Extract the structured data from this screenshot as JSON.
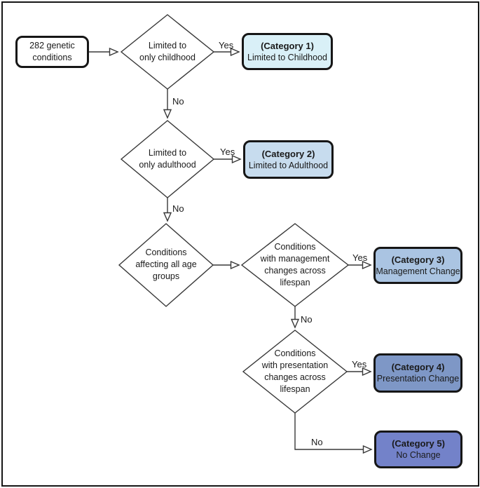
{
  "flowchart": {
    "start_node": {
      "lines": [
        "282 genetic",
        "conditions"
      ]
    },
    "decisions": {
      "d1": {
        "lines": [
          "Limited to",
          "only childhood"
        ]
      },
      "d2": {
        "lines": [
          "Limited to",
          "only adulthood"
        ]
      },
      "d3": {
        "lines": [
          "Conditions",
          "affecting all age",
          "groups"
        ]
      },
      "d4": {
        "lines": [
          "Conditions",
          "with management",
          "changes across",
          "lifespan"
        ]
      },
      "d5": {
        "lines": [
          "Conditions",
          "with presentation",
          "changes across",
          "lifespan"
        ]
      }
    },
    "categories": {
      "c1": {
        "title": "(Category 1)",
        "subtitle": "Limited to Childhood",
        "bg": "#d9f0f7"
      },
      "c2": {
        "title": "(Category 2)",
        "subtitle": "Limited to Adulthood",
        "bg": "#c7dcee"
      },
      "c3": {
        "title": "(Category 3)",
        "subtitle": "Management Change",
        "bg": "#aac4e2"
      },
      "c4": {
        "title": "(Category 4)",
        "subtitle": "Presentation Change",
        "bg": "#7e97c6"
      },
      "c5": {
        "title": "(Category 5)",
        "subtitle": "No Change",
        "bg": "#7382c9"
      }
    },
    "edge_labels": {
      "yes": "Yes",
      "no": "No"
    },
    "colors": {
      "frame_border": "#161616",
      "node_border": "#161616",
      "line_color": "#383838",
      "diamond_fill": "#ffffff",
      "canvas_bg": "#ffffff"
    }
  }
}
